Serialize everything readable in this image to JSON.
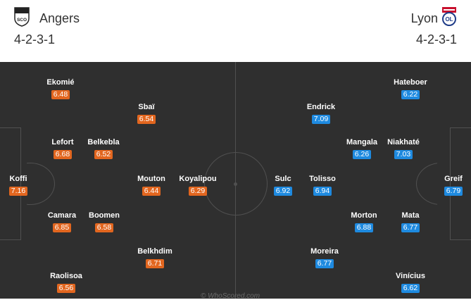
{
  "home": {
    "name": "Angers",
    "formation": "4-2-3-1",
    "crest_text": "SCO",
    "players": [
      {
        "id": "raolisoa",
        "name": "Raolisoa",
        "rating": "6.56"
      },
      {
        "id": "camara",
        "name": "Camara",
        "rating": "6.85"
      },
      {
        "id": "koffi",
        "name": "Koffi",
        "rating": "7.16"
      },
      {
        "id": "lefort",
        "name": "Lefort",
        "rating": "6.68"
      },
      {
        "id": "ekomie",
        "name": "Ekomié",
        "rating": "6.48"
      },
      {
        "id": "boomen",
        "name": "Boomen",
        "rating": "6.58"
      },
      {
        "id": "belkebla",
        "name": "Belkebla",
        "rating": "6.52"
      },
      {
        "id": "belkhdim",
        "name": "Belkhdim",
        "rating": "6.71"
      },
      {
        "id": "mouton",
        "name": "Mouton",
        "rating": "6.44"
      },
      {
        "id": "sbai",
        "name": "Sbaï",
        "rating": "6.54"
      },
      {
        "id": "koyalipou",
        "name": "Koyalipou",
        "rating": "6.29"
      }
    ]
  },
  "away": {
    "name": "Lyon",
    "formation": "4-2-3-1",
    "players": [
      {
        "id": "hateboer",
        "name": "Hateboer",
        "rating": "6.22"
      },
      {
        "id": "endrick",
        "name": "Endrick",
        "rating": "7.09"
      },
      {
        "id": "mangala",
        "name": "Mangala",
        "rating": "6.26"
      },
      {
        "id": "niakhate",
        "name": "Niakhaté",
        "rating": "7.03"
      },
      {
        "id": "greif",
        "name": "Greif",
        "rating": "6.79"
      },
      {
        "id": "sulc",
        "name": "Sulc",
        "rating": "6.92"
      },
      {
        "id": "tolisso",
        "name": "Tolisso",
        "rating": "6.94"
      },
      {
        "id": "morton",
        "name": "Morton",
        "rating": "6.88"
      },
      {
        "id": "mata",
        "name": "Mata",
        "rating": "6.77"
      },
      {
        "id": "moreira",
        "name": "Moreira",
        "rating": "6.77"
      },
      {
        "id": "vinicius",
        "name": "Vinícius",
        "rating": "6.62"
      }
    ]
  },
  "colors": {
    "home_rating": "#e2661f",
    "away_rating": "#1e8ae0",
    "pitch": "#2f2f2f"
  },
  "watermark": "© WhoScored.com"
}
